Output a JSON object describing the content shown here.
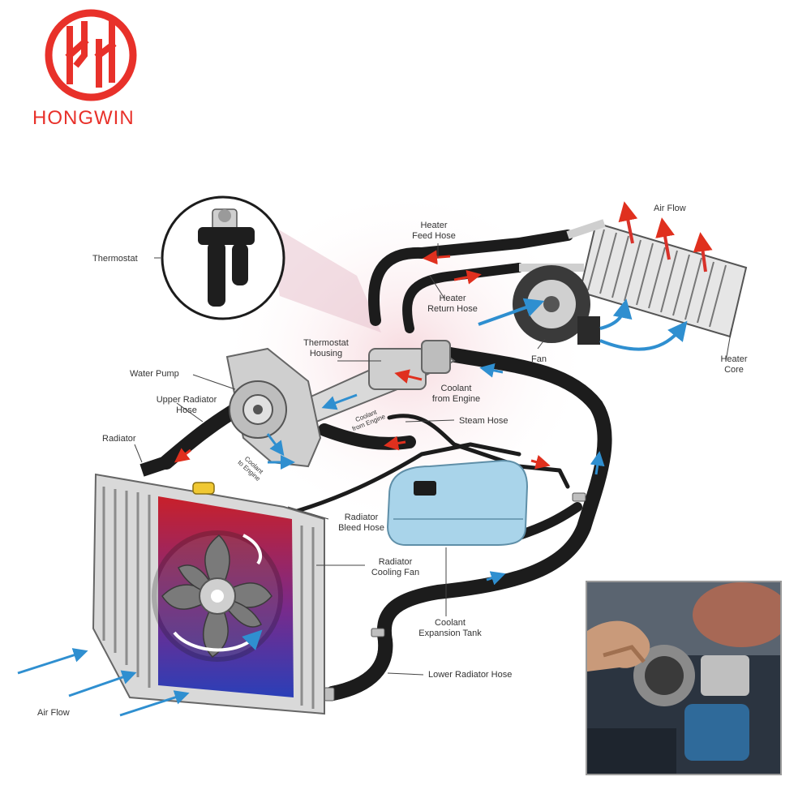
{
  "brand": {
    "name": "HONGWIN",
    "logo_icon": "hongwin-logo-icon",
    "color": "#e8312a"
  },
  "labels": {
    "thermostat": "Thermostat",
    "heater_feed_hose": "Heater\nFeed Hose",
    "air_flow_top": "Air Flow",
    "heater_return_hose": "Heater\nReturn Hose",
    "thermostat_housing": "Thermostat\nHousing",
    "fan": "Fan",
    "heater_core": "Heater\nCore",
    "water_pump": "Water Pump",
    "coolant_from_engine": "Coolant\nfrom Engine",
    "upper_radiator_hose": "Upper Radiator\nHose",
    "coolant_from_engine_small": "Coolant\nfrom Engine",
    "steam_hose": "Steam Hose",
    "radiator": "Radiator",
    "coolant_to_engine": "Coolant\nto Engine",
    "radiator_bleed_hose": "Radiator\nBleed Hose",
    "radiator_cooling_fan": "Radiator\nCooling Fan",
    "coolant_expansion_tank": "Coolant\nExpansion Tank",
    "lower_radiator_hose": "Lower Radiator Hose",
    "air_flow_bottom": "Air Flow"
  },
  "colors": {
    "hose": "#1c1c1c",
    "flow_arrow": "#2f8fd0",
    "hot_arrow": "#e0301e",
    "tank": "#a9d4ea",
    "radiator_red": "#c8202a",
    "radiator_blue": "#2a3fb8"
  },
  "icons": {
    "thermostat_inset": "thermostat-icon",
    "inset_photo": "engine-thermostat-photo"
  }
}
